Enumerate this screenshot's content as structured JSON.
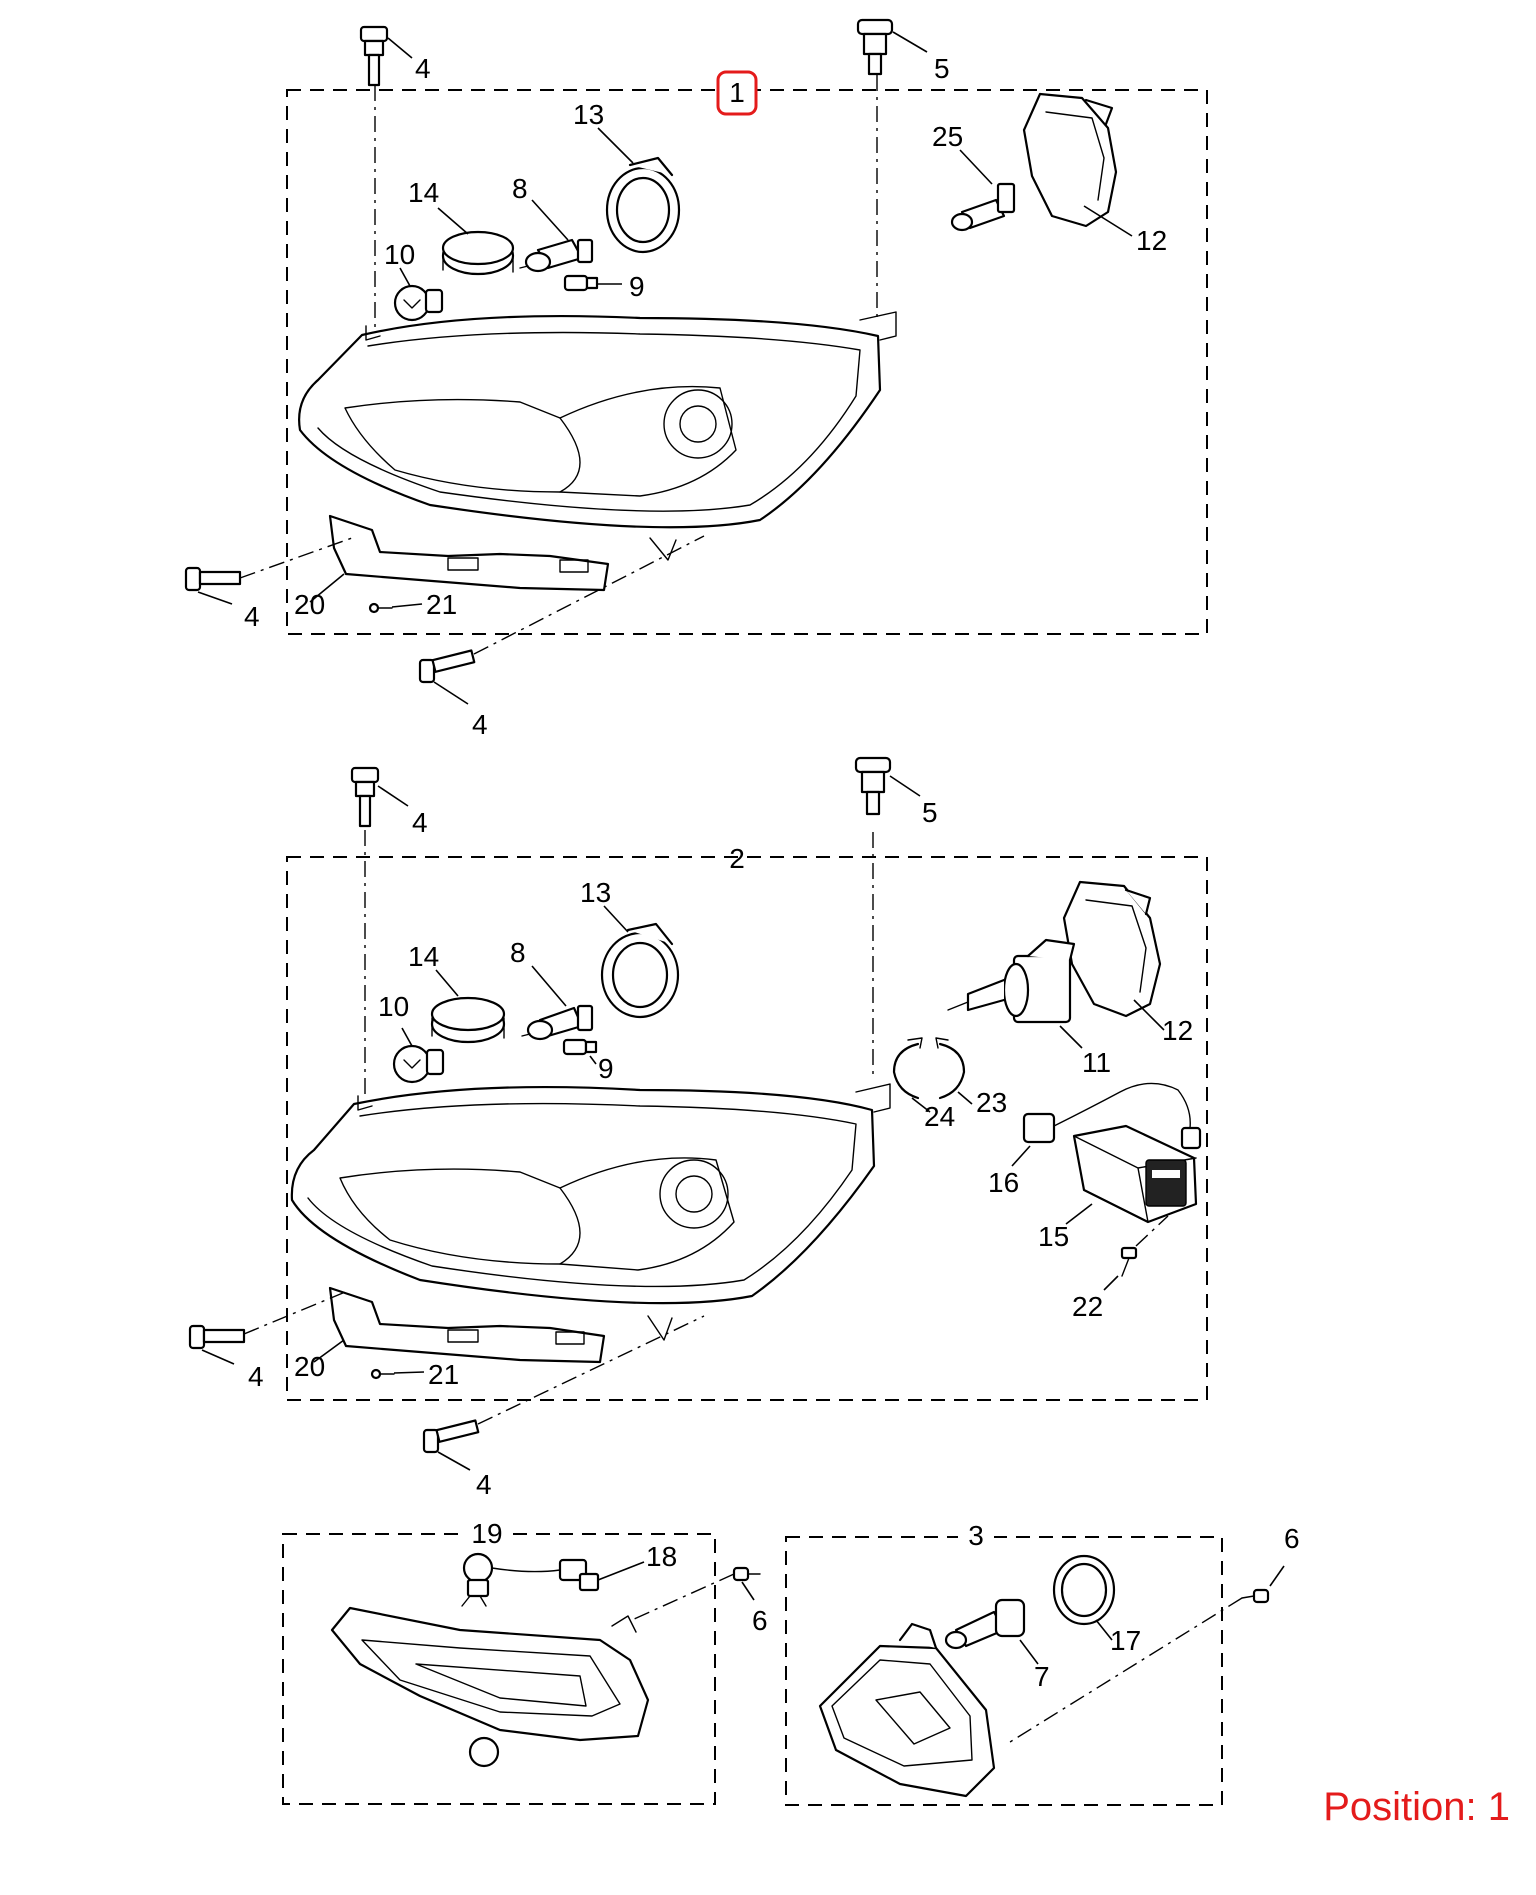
{
  "position_label": "Position: 1",
  "highlight_color": "#e41b1b",
  "groups": [
    {
      "id": "1",
      "highlighted": true
    },
    {
      "id": "2",
      "highlighted": false
    },
    {
      "id": "19",
      "highlighted": false
    },
    {
      "id": "3",
      "highlighted": false
    }
  ],
  "callouts": {
    "g1": {
      "c4a": "4",
      "c5": "5",
      "c1": "1",
      "c13": "13",
      "c25": "25",
      "c14": "14",
      "c8": "8",
      "c12": "12",
      "c10": "10",
      "c9": "9",
      "c4b": "4",
      "c20": "20",
      "c21": "21",
      "c4c": "4"
    },
    "g2": {
      "c4a": "4",
      "c5": "5",
      "c2": "2",
      "c13": "13",
      "c14": "14",
      "c8": "8",
      "c10": "10",
      "c12": "12",
      "c9": "9",
      "c11": "11",
      "c24": "24",
      "c23": "23",
      "c16": "16",
      "c15": "15",
      "c22": "22",
      "c4b": "4",
      "c20": "20",
      "c21": "21",
      "c4c": "4"
    },
    "g3": {
      "c19": "19",
      "c3": "3",
      "c6a": "6",
      "c18": "18",
      "c6b": "6",
      "c17": "17",
      "c7": "7"
    }
  }
}
